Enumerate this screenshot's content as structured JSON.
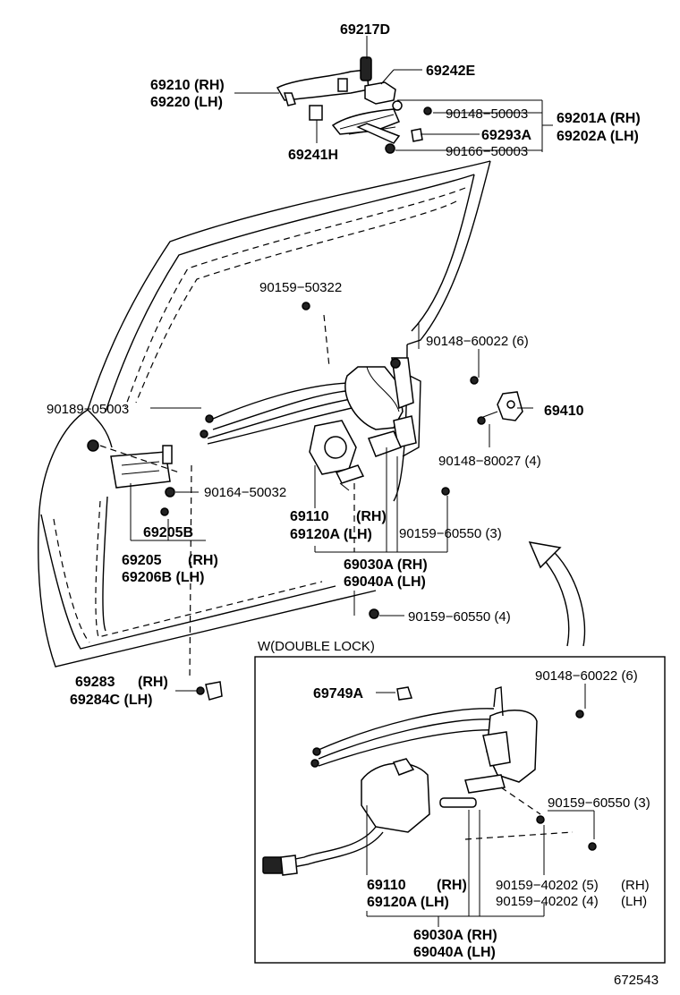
{
  "labels": {
    "p69217D": "69217D",
    "p69210": "69210 (RH)",
    "p69220": "69220 (LH)",
    "p69242E": "69242E",
    "p90148_50003": "90148−50003",
    "p69201A": "69201A (RH)",
    "p69202A": "69202A (LH)",
    "p69293A": "69293A",
    "p69241H": "69241H",
    "p90166_50003": "90166−50003",
    "p90159_50322": "90159−50322",
    "p90148_60022": "90148−60022 (6)",
    "p90189_05003": "90189−05003",
    "p69410": "69410",
    "p90148_80027": "90148−80027 (4)",
    "p90164_50032": "90164−50032",
    "p69205B": "69205B",
    "p69110": "69110",
    "p69110_rh": "(RH)",
    "p69120A": "69120A (LH)",
    "p90159_60550_3": "90159−60550 (3)",
    "p69205": "69205",
    "p69205_rh": "(RH)",
    "p69206B": "69206B (LH)",
    "p69030A": "69030A (RH)",
    "p69040A": "69040A (LH)",
    "p90159_60550_4": "90159−60550 (4)",
    "p69283": "69283",
    "p69283_rh": "(RH)",
    "p69284C": "69284C (LH)",
    "inset_title": "W(DOUBLE LOCK)",
    "i69749A": "69749A",
    "i90148_60022": "90148−60022 (6)",
    "i90159_60550": "90159−60550 (3)",
    "i69110": "69110",
    "i69110_rh": "(RH)",
    "i69120A": "69120A (LH)",
    "i90159_40202_5": "90159−40202 (5)",
    "i90159_40202_5_rh": "(RH)",
    "i90159_40202_4": "90159−40202 (4)",
    "i90159_40202_4_lh": "(LH)",
    "i69030A": "69030A (RH)",
    "i69040A": "69040A (LH)",
    "diagram_number": "672543"
  }
}
